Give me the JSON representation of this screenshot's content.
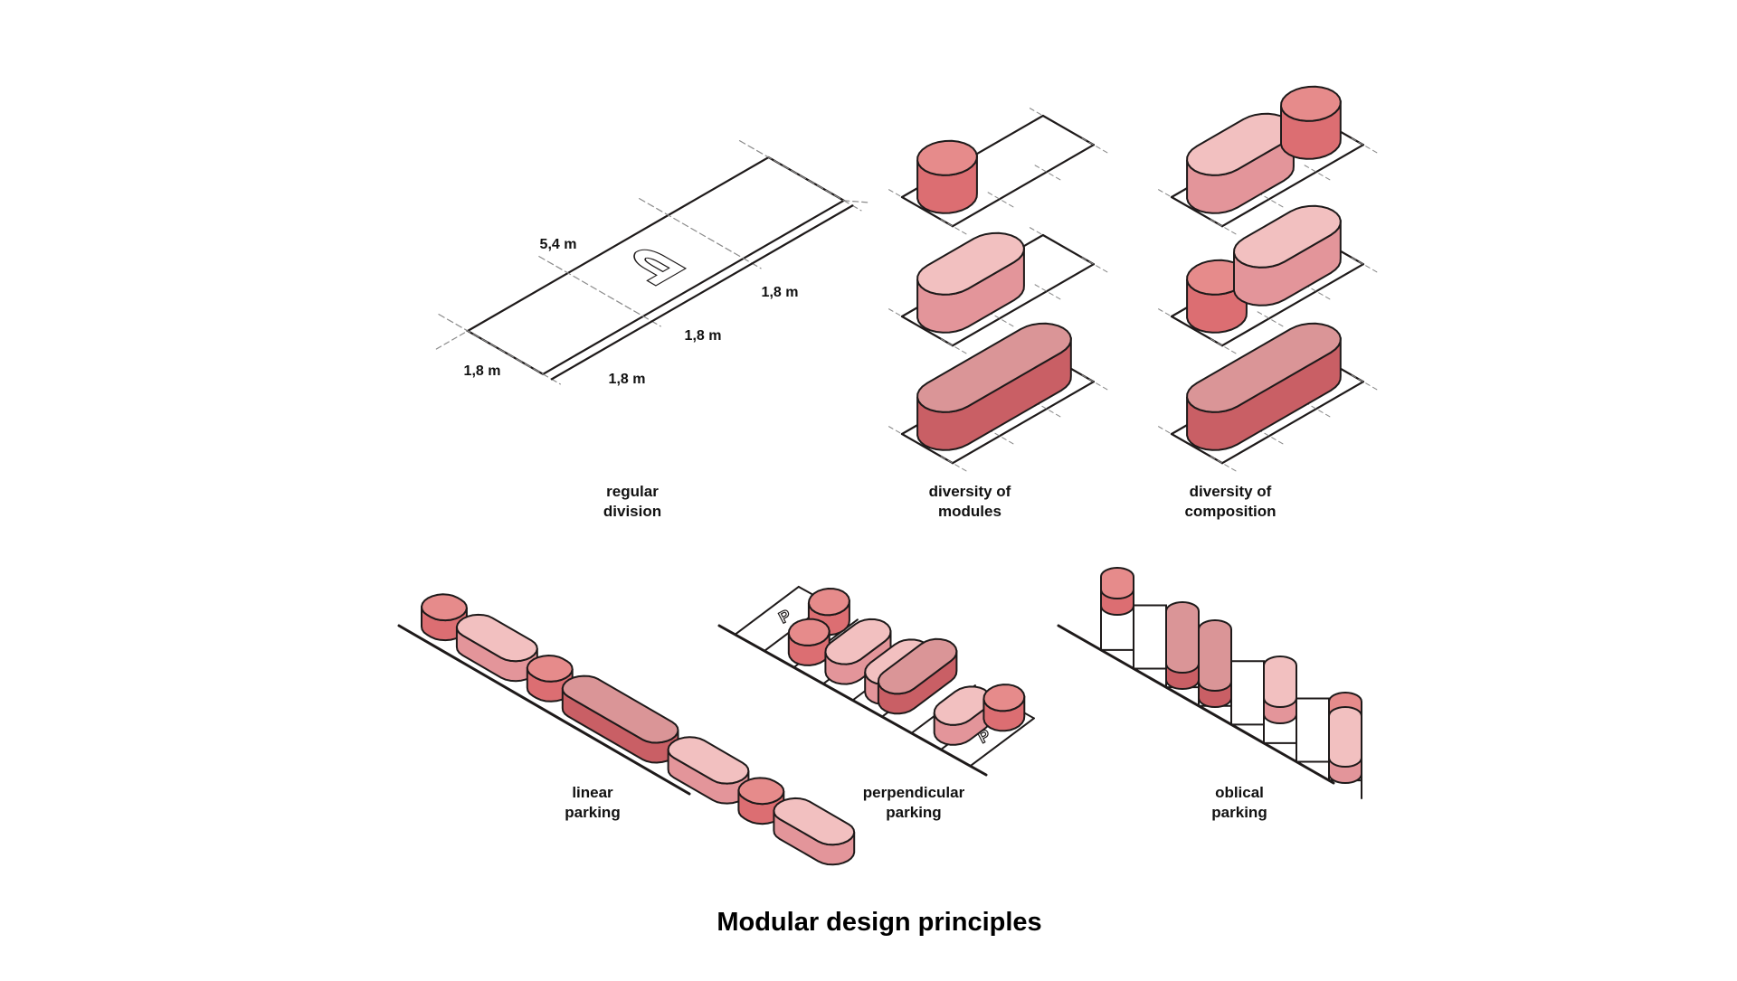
{
  "title": "Modular design principles",
  "colors": {
    "stroke": "#1e1a1a",
    "dash": "#8a8a8a",
    "small_top": "#e68b8b",
    "small_side": "#dc6e72",
    "medium_top": "#f2c0c0",
    "medium_side": "#e3959a",
    "large_top": "#da9597",
    "large_side": "#c95f65",
    "background": "#ffffff"
  },
  "regular_division": {
    "label_line1": "regular",
    "label_line2": "division",
    "dimension_length": "5,4 m",
    "dimension_width_left": "1,8 m",
    "dimension_segment_1": "1,8 m",
    "dimension_segment_2": "1,8 m",
    "dimension_segment_3": "1,8 m",
    "parking_symbol": "P"
  },
  "diversity_of_modules": {
    "label_line1": "diversity of",
    "label_line2": "modules",
    "rows": [
      {
        "modules": [
          {
            "size": "small",
            "slots": 1
          }
        ]
      },
      {
        "modules": [
          {
            "size": "medium",
            "slots": 2
          }
        ]
      },
      {
        "modules": [
          {
            "size": "large",
            "slots": 3
          }
        ]
      }
    ]
  },
  "diversity_of_composition": {
    "label_line1": "diversity of",
    "label_line2": "composition",
    "rows": [
      {
        "modules": [
          {
            "size": "medium",
            "slots": 2
          },
          {
            "size": "small",
            "slots": 1
          }
        ]
      },
      {
        "modules": [
          {
            "size": "small",
            "slots": 1
          },
          {
            "size": "medium",
            "slots": 2
          }
        ]
      },
      {
        "modules": [
          {
            "size": "large",
            "slots": 3
          }
        ]
      }
    ]
  },
  "linear_parking": {
    "label_line1": "linear",
    "label_line2": "parking",
    "modules": [
      {
        "size": "small",
        "slots": 1
      },
      {
        "size": "medium",
        "slots": 2
      },
      {
        "size": "small",
        "slots": 1
      },
      {
        "size": "large",
        "slots": 3
      },
      {
        "size": "medium",
        "slots": 2
      },
      {
        "size": "small",
        "slots": 1
      },
      {
        "size": "medium",
        "slots": 2
      }
    ]
  },
  "perpendicular_parking": {
    "label_line1": "perpendicular",
    "label_line2": "parking",
    "parking_symbol": "P"
  },
  "oblical_parking": {
    "label_line1": "oblical",
    "label_line2": "parking"
  }
}
